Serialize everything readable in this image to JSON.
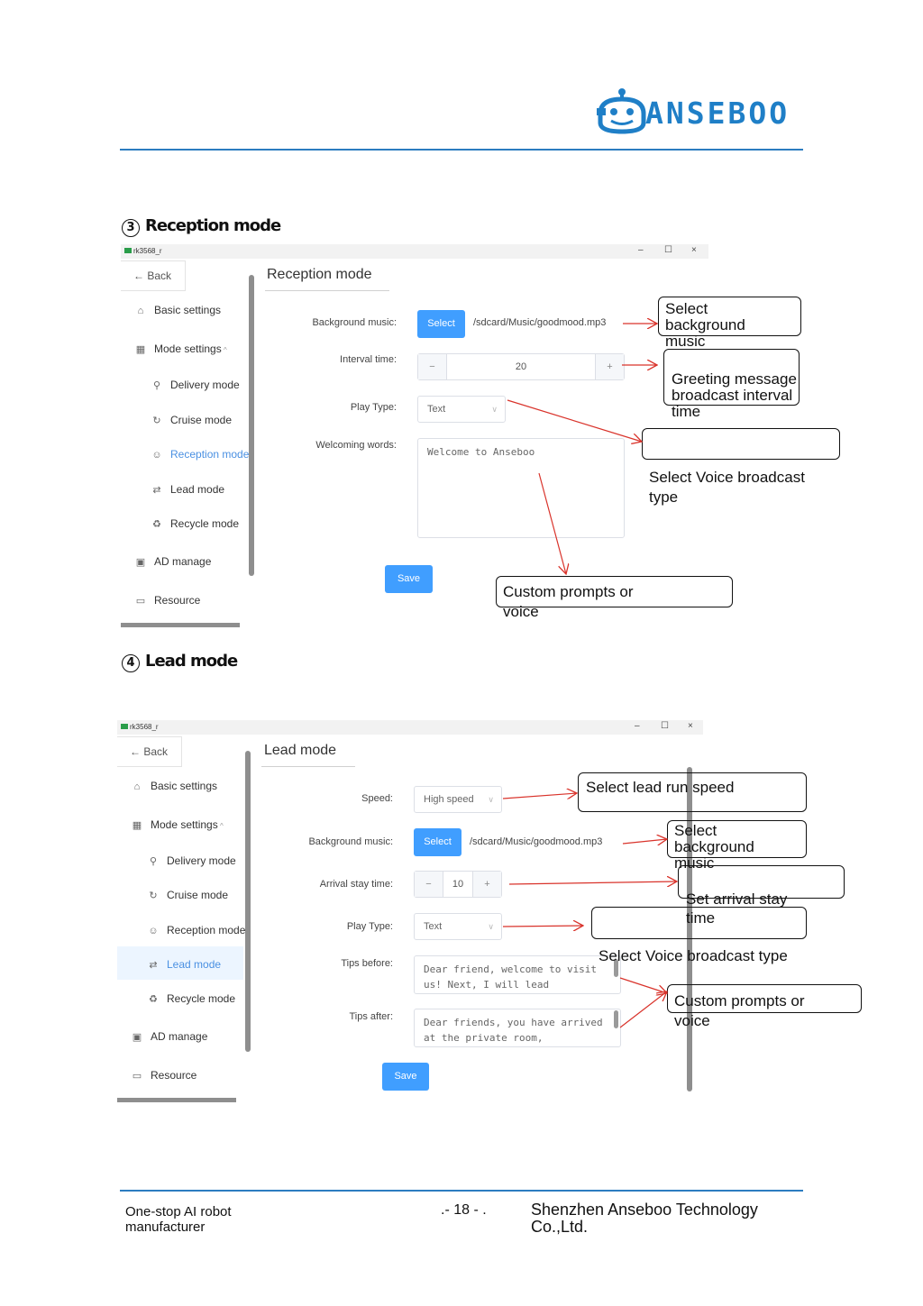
{
  "header": {
    "brand": "ANSEBOO"
  },
  "sections": {
    "s3": {
      "number": "3",
      "title": "Reception mode"
    },
    "s4": {
      "number": "4",
      "title": "Lead mode"
    }
  },
  "window": {
    "title": "rk3568_r",
    "minimize": "–",
    "maximize": "☐",
    "close": "×"
  },
  "sidebar": {
    "back": "Back",
    "basic_settings": "Basic settings",
    "mode_settings": "Mode settings",
    "delivery_mode": "Delivery mode",
    "cruise_mode": "Cruise mode",
    "reception_mode": "Reception mode",
    "lead_mode": "Lead mode",
    "recycle_mode": "Recycle mode",
    "ad_manage": "AD manage",
    "resource": "Resource"
  },
  "reception": {
    "heading": "Reception mode",
    "bg_music_label": "Background music:",
    "select_btn": "Select",
    "music_path": "/sdcard/Music/goodmood.mp3",
    "interval_label": "Interval time:",
    "interval_value": "20",
    "play_type_label": "Play Type:",
    "play_type_value": "Text",
    "welcome_label": "Welcoming words:",
    "welcome_value": "Welcome to Anseboo",
    "save": "Save",
    "callouts": {
      "bg_music": "Select background music",
      "interval": "Greeting message broadcast interval time",
      "voice_type": "Select Voice broadcast type",
      "custom": "Custom prompts or voice"
    }
  },
  "lead": {
    "heading": "Lead mode",
    "speed_label": "Speed:",
    "speed_value": "High speed",
    "bg_music_label": "Background music:",
    "select_btn": "Select",
    "music_path": "/sdcard/Music/goodmood.mp3",
    "arrival_label": "Arrival stay time:",
    "arrival_value": "10",
    "play_type_label": "Play Type:",
    "play_type_value": "Text",
    "tips_before_label": "Tips before:",
    "tips_before_value": "Dear friend, welcome to visit us! Next, I will lead",
    "tips_after_label": "Tips after:",
    "tips_after_value": "Dear friends, you have arrived at the private room,",
    "save": "Save",
    "callouts": {
      "speed": "Select lead run speed",
      "bg_music": "Select background music",
      "arrival": "Set arrival stay time",
      "voice_type": "Select Voice broadcast type",
      "custom": "Custom prompts or voice"
    }
  },
  "footer": {
    "left": "One-stop AI robot manufacturer",
    "center": ".- 18 - .",
    "right": "Shenzhen Anseboo Technology Co.,Ltd."
  },
  "colors": {
    "brand_blue": "#1f7fc7",
    "button_blue": "#409eff",
    "arrow_red": "#d9332b"
  }
}
